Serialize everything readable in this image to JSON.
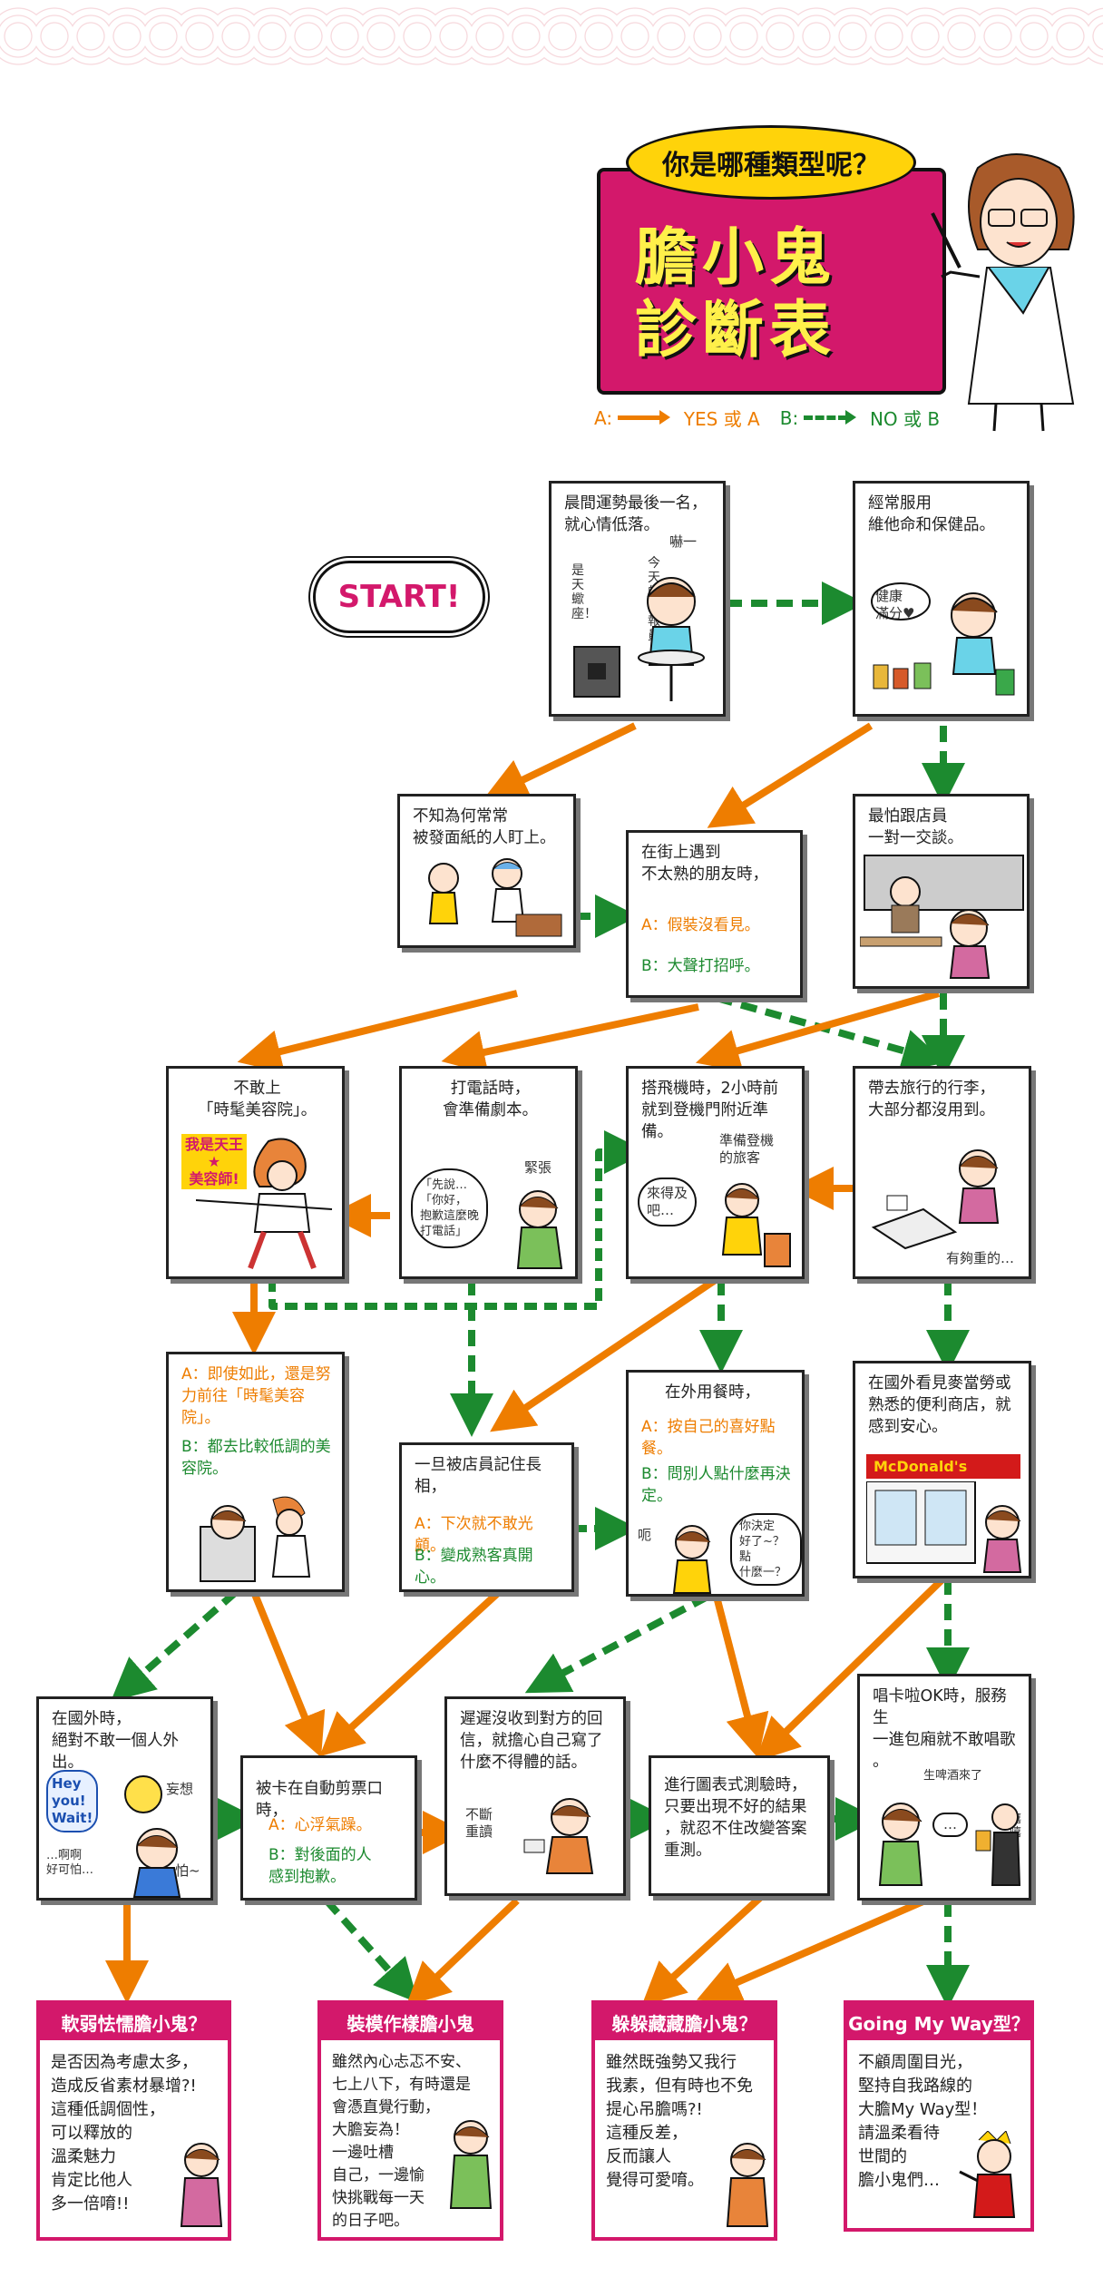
{
  "title": {
    "bubble": "你是哪種類型呢？",
    "main_line1": "膽小鬼",
    "main_line2": "診斷表"
  },
  "legend": {
    "a_label": "A:",
    "a_text": "YES 或 A",
    "b_label": "B:",
    "b_text": "NO 或 B"
  },
  "start_label": "START!",
  "colors": {
    "magenta": "#d3186b",
    "orange": "#ee7d00",
    "green": "#1c8a2f",
    "yellow": "#ffd30a"
  },
  "panels": {
    "p1": {
      "q": "晨間運勢最後一名，\n就心情低落。",
      "sfx1": "嚇一",
      "sfx2": "今天的播報員",
      "sfx3": "是天蠍座！"
    },
    "p2": {
      "q": "經常服用\n維他命和保健品。",
      "sfx1": "健康\n滿分♥"
    },
    "p3": {
      "q": "不知為何常常\n被發面紙的人盯上。"
    },
    "p4": {
      "q": "在街上遇到\n不太熟的朋友時，",
      "a": "A：假裝沒看見。",
      "b": "B：大聲打招呼。"
    },
    "p5": {
      "q": "最怕跟店員\n一對一交談。",
      "sfx1": "…"
    },
    "p6": {
      "q": "不敢上\n「時髦美容院」。",
      "sfx1": "我是天王\n★\n美容師!"
    },
    "p7": {
      "q": "打電話時，\n會準備劇本。",
      "sfx1": "緊張",
      "sfx2": "「先說…\n「你好，\n抱歉這麼晚\n打電話」"
    },
    "p8": {
      "q": "搭飛機時，2小時前\n就到登機門附近準備。",
      "sfx1": "準備登機\n的旅客",
      "sfx2": "來得及\n吧…"
    },
    "p9": {
      "q": "帶去旅行的行李，\n大部分都沒用到。",
      "sfx1": "有夠重的…"
    },
    "p10": {
      "a": "A：即使如此，還是努\n力前往「時髦美容\n院」。",
      "b": "B：都去比較低調的美\n容院。"
    },
    "p11": {
      "q": "一旦被店員記住長相，",
      "a": "A：下次就不敢光顧。",
      "b": "B：變成熟客真開心。"
    },
    "p12": {
      "q": "在外用餐時，",
      "a": "A：按自己的喜好點餐。",
      "b": "B：問別人點什麼再決\n定。",
      "sfx1": "呃",
      "sfx2": "你決定\n好了~？點\n什麼一？"
    },
    "p13": {
      "q": "在國外看見麥當勞或\n熟悉的便利商店，就\n感到安心。",
      "sign": "McDonald's"
    },
    "p14": {
      "q": "在國外時，\n絕對不敢一個人外出。",
      "sfx1": "Hey\nyou!\nWait!",
      "sfx2": "妄想",
      "sfx3": "…啊啊\n好可怕…",
      "sfx4": "怕~"
    },
    "p15": {
      "q": "被卡在自動剪票口時，",
      "a": "A：心浮氣躁。",
      "b": "B：對後面的人\n感到抱歉。"
    },
    "p16": {
      "q": "遲遲沒收到對方的回\n信，就擔心自己寫了\n什麼不得體的話。",
      "sfx1": "不斷\n重讀"
    },
    "p17": {
      "q": "進行圖表式測驗時，\n只要出現不好的結果\n，就忍不住改變答案\n重測。"
    },
    "p18": {
      "q": "唱卡啦OK時，服務生\n一進包廂就不敢唱歌\n。",
      "sfx1": "生啤酒來了",
      "sfx2": "…",
      "sfx3": "嘻嘻"
    }
  },
  "results": [
    {
      "title": "軟弱怯懦膽小鬼？",
      "body": "是否因為考慮太多，\n造成反省素材暴增?!\n這種低調個性，\n可以釋放的\n溫柔魅力\n肯定比他人\n多一倍唷!!"
    },
    {
      "title": "裝模作樣膽小鬼",
      "body": "雖然內心忐忑不安、\n七上八下，有時還是\n會憑直覺行動，\n大膽妄為！\n一邊吐槽\n自己，一邊愉\n快挑戰每一天\n的日子吧。"
    },
    {
      "title": "躲躲藏藏膽小鬼？",
      "body": "雖然既強勢又我行\n我素，但有時也不免\n提心吊膽嗎?!\n這種反差，\n反而讓人\n覺得可愛唷。"
    },
    {
      "title": "Going My Way型？",
      "body": "不顧周圍目光，\n堅持自我路線的\n大膽My Way型！\n請溫柔看待\n世間的\n膽小鬼們…"
    }
  ]
}
